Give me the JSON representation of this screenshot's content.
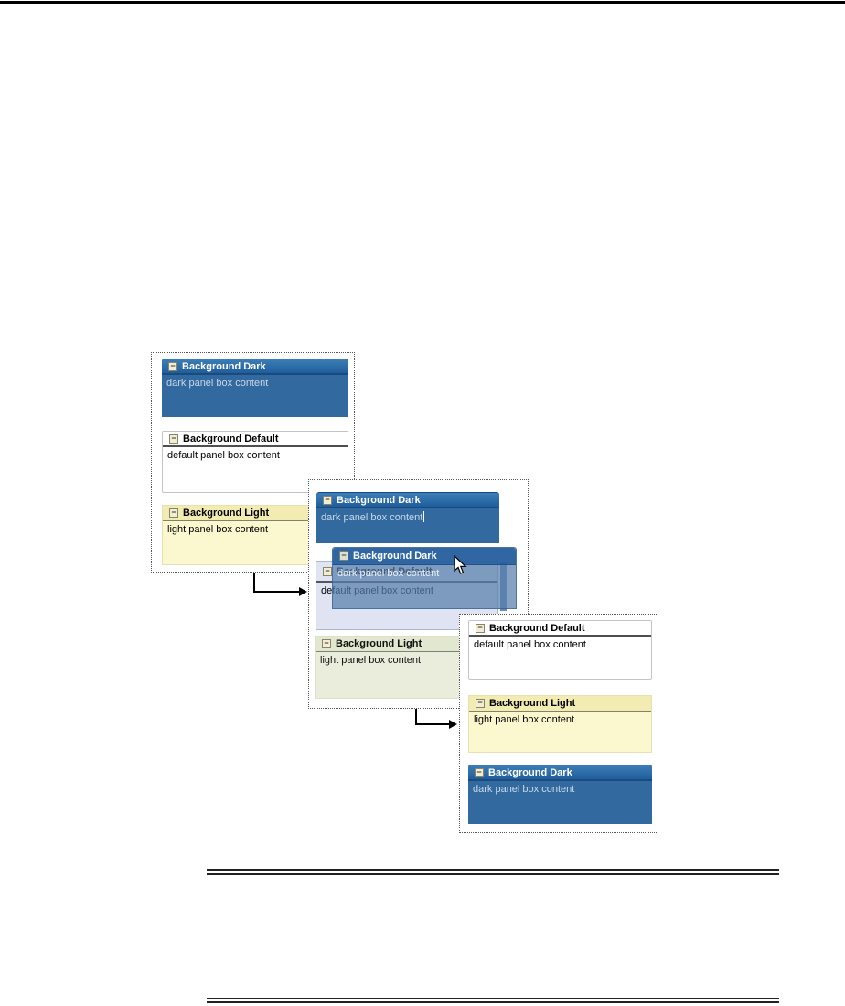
{
  "icons": {
    "collapse_glyph": "−"
  },
  "panel_groups": {
    "initial": {
      "dark": {
        "title": "Background Dark",
        "content": "dark panel box content"
      },
      "default": {
        "title": "Background Default",
        "content": "default panel box content"
      },
      "light": {
        "title": "Background Light",
        "content": "light panel box content"
      }
    },
    "dragging": {
      "dark": {
        "title": "Background Dark",
        "content": "dark panel box content"
      },
      "drag_ghost": {
        "title": "Background Dark",
        "content": "dark panel box content"
      },
      "default": {
        "title": "Background Default",
        "content": "default panel box content"
      },
      "light": {
        "title": "Background Light",
        "content": "light panel box content"
      }
    },
    "result": {
      "default": {
        "title": "Background Default",
        "content": "default panel box content"
      },
      "light": {
        "title": "Background Light",
        "content": "light panel box content"
      },
      "dark": {
        "title": "Background Dark",
        "content": "dark panel box content"
      }
    }
  },
  "colors": {
    "dark_header_top": "#3d7db5",
    "dark_header_bottom": "#1f5e9c",
    "dark_header_underline": "#1b4b7d",
    "dark_body": "#326a9f",
    "dark_body_text": "#c9d7e8",
    "light_header": "#f2ecb2",
    "light_body": "#fbf8d0",
    "green_header": "#e2e7d0",
    "green_body": "#eaeddc",
    "drop_highlight_fill": "#dfe3f2",
    "ghost_header": "rgba(33,93,157,0.85)",
    "ghost_body": "rgba(88,126,170,0.72)"
  }
}
